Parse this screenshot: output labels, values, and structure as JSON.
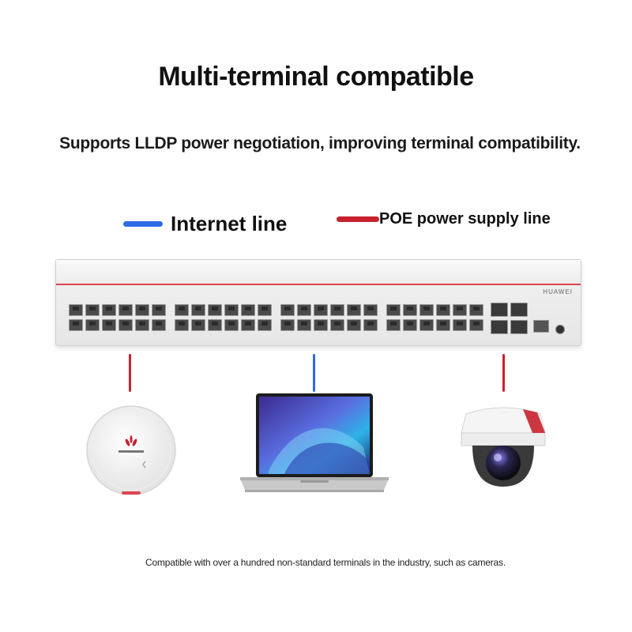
{
  "headline": "Multi-terminal compatible",
  "subheadline": "Supports LLDP power negotiation, improving terminal compatibility.",
  "legend": {
    "internet": {
      "label": "Internet line",
      "color": "#2e6be6"
    },
    "poe": {
      "label": "POE power supply line",
      "color": "#c8212e"
    }
  },
  "switch": {
    "brand": "HUAWEI"
  },
  "devices": [
    {
      "name": "wireless access point",
      "icon": "access-point-icon",
      "link": "poe"
    },
    {
      "name": "laptop",
      "icon": "laptop-icon",
      "link": "internet"
    },
    {
      "name": "dome camera",
      "icon": "camera-icon",
      "link": "poe"
    }
  ],
  "footnote": "Compatible with over a hundred non-standard terminals in the industry, such as cameras."
}
